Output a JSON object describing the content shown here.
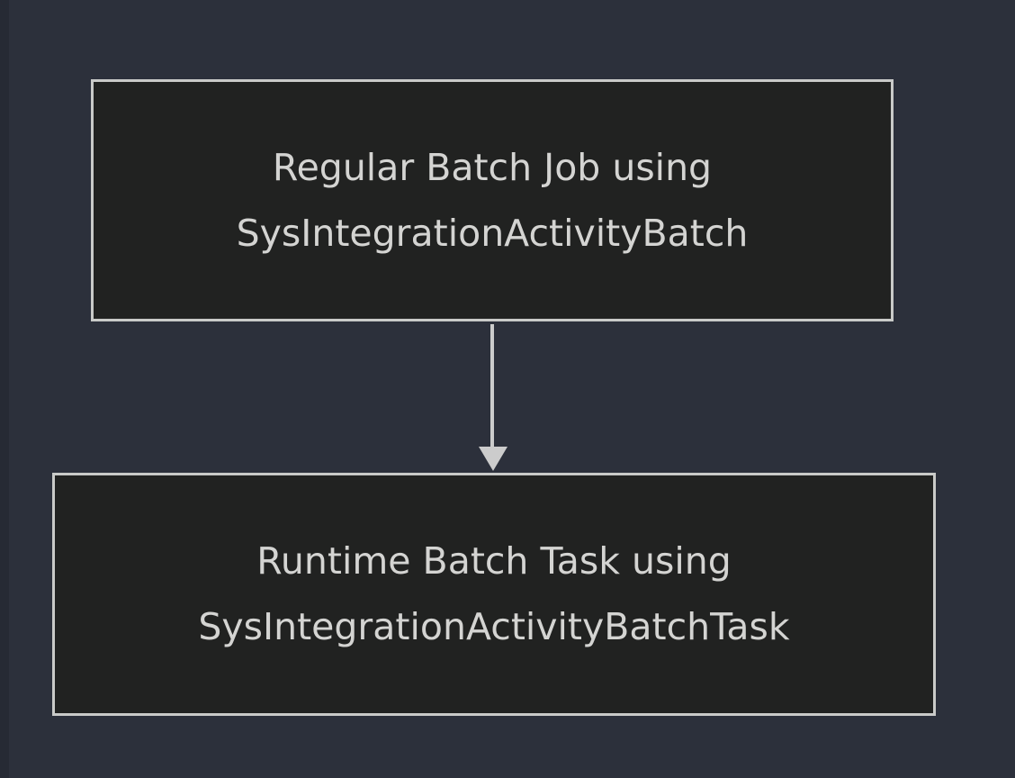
{
  "colors": {
    "canvas-bg": "#2c303b",
    "left-strip": "#262a34",
    "node-fill": "#212221",
    "node-border": "#c9cac8",
    "node-text": "#d4d4d2",
    "arrow": "#cccccc"
  },
  "diagram": {
    "type": "flowchart",
    "nodes": [
      {
        "name": "regular-batch-job",
        "lines": [
          "Regular Batch Job using",
          "SysIntegrationActivityBatch"
        ]
      },
      {
        "name": "runtime-batch-task",
        "lines": [
          "Runtime Batch Task using",
          "SysIntegrationActivityBatchTask"
        ]
      }
    ],
    "connector": {
      "from": "regular-batch-job",
      "to": "runtime-batch-task",
      "direction": "down"
    }
  }
}
